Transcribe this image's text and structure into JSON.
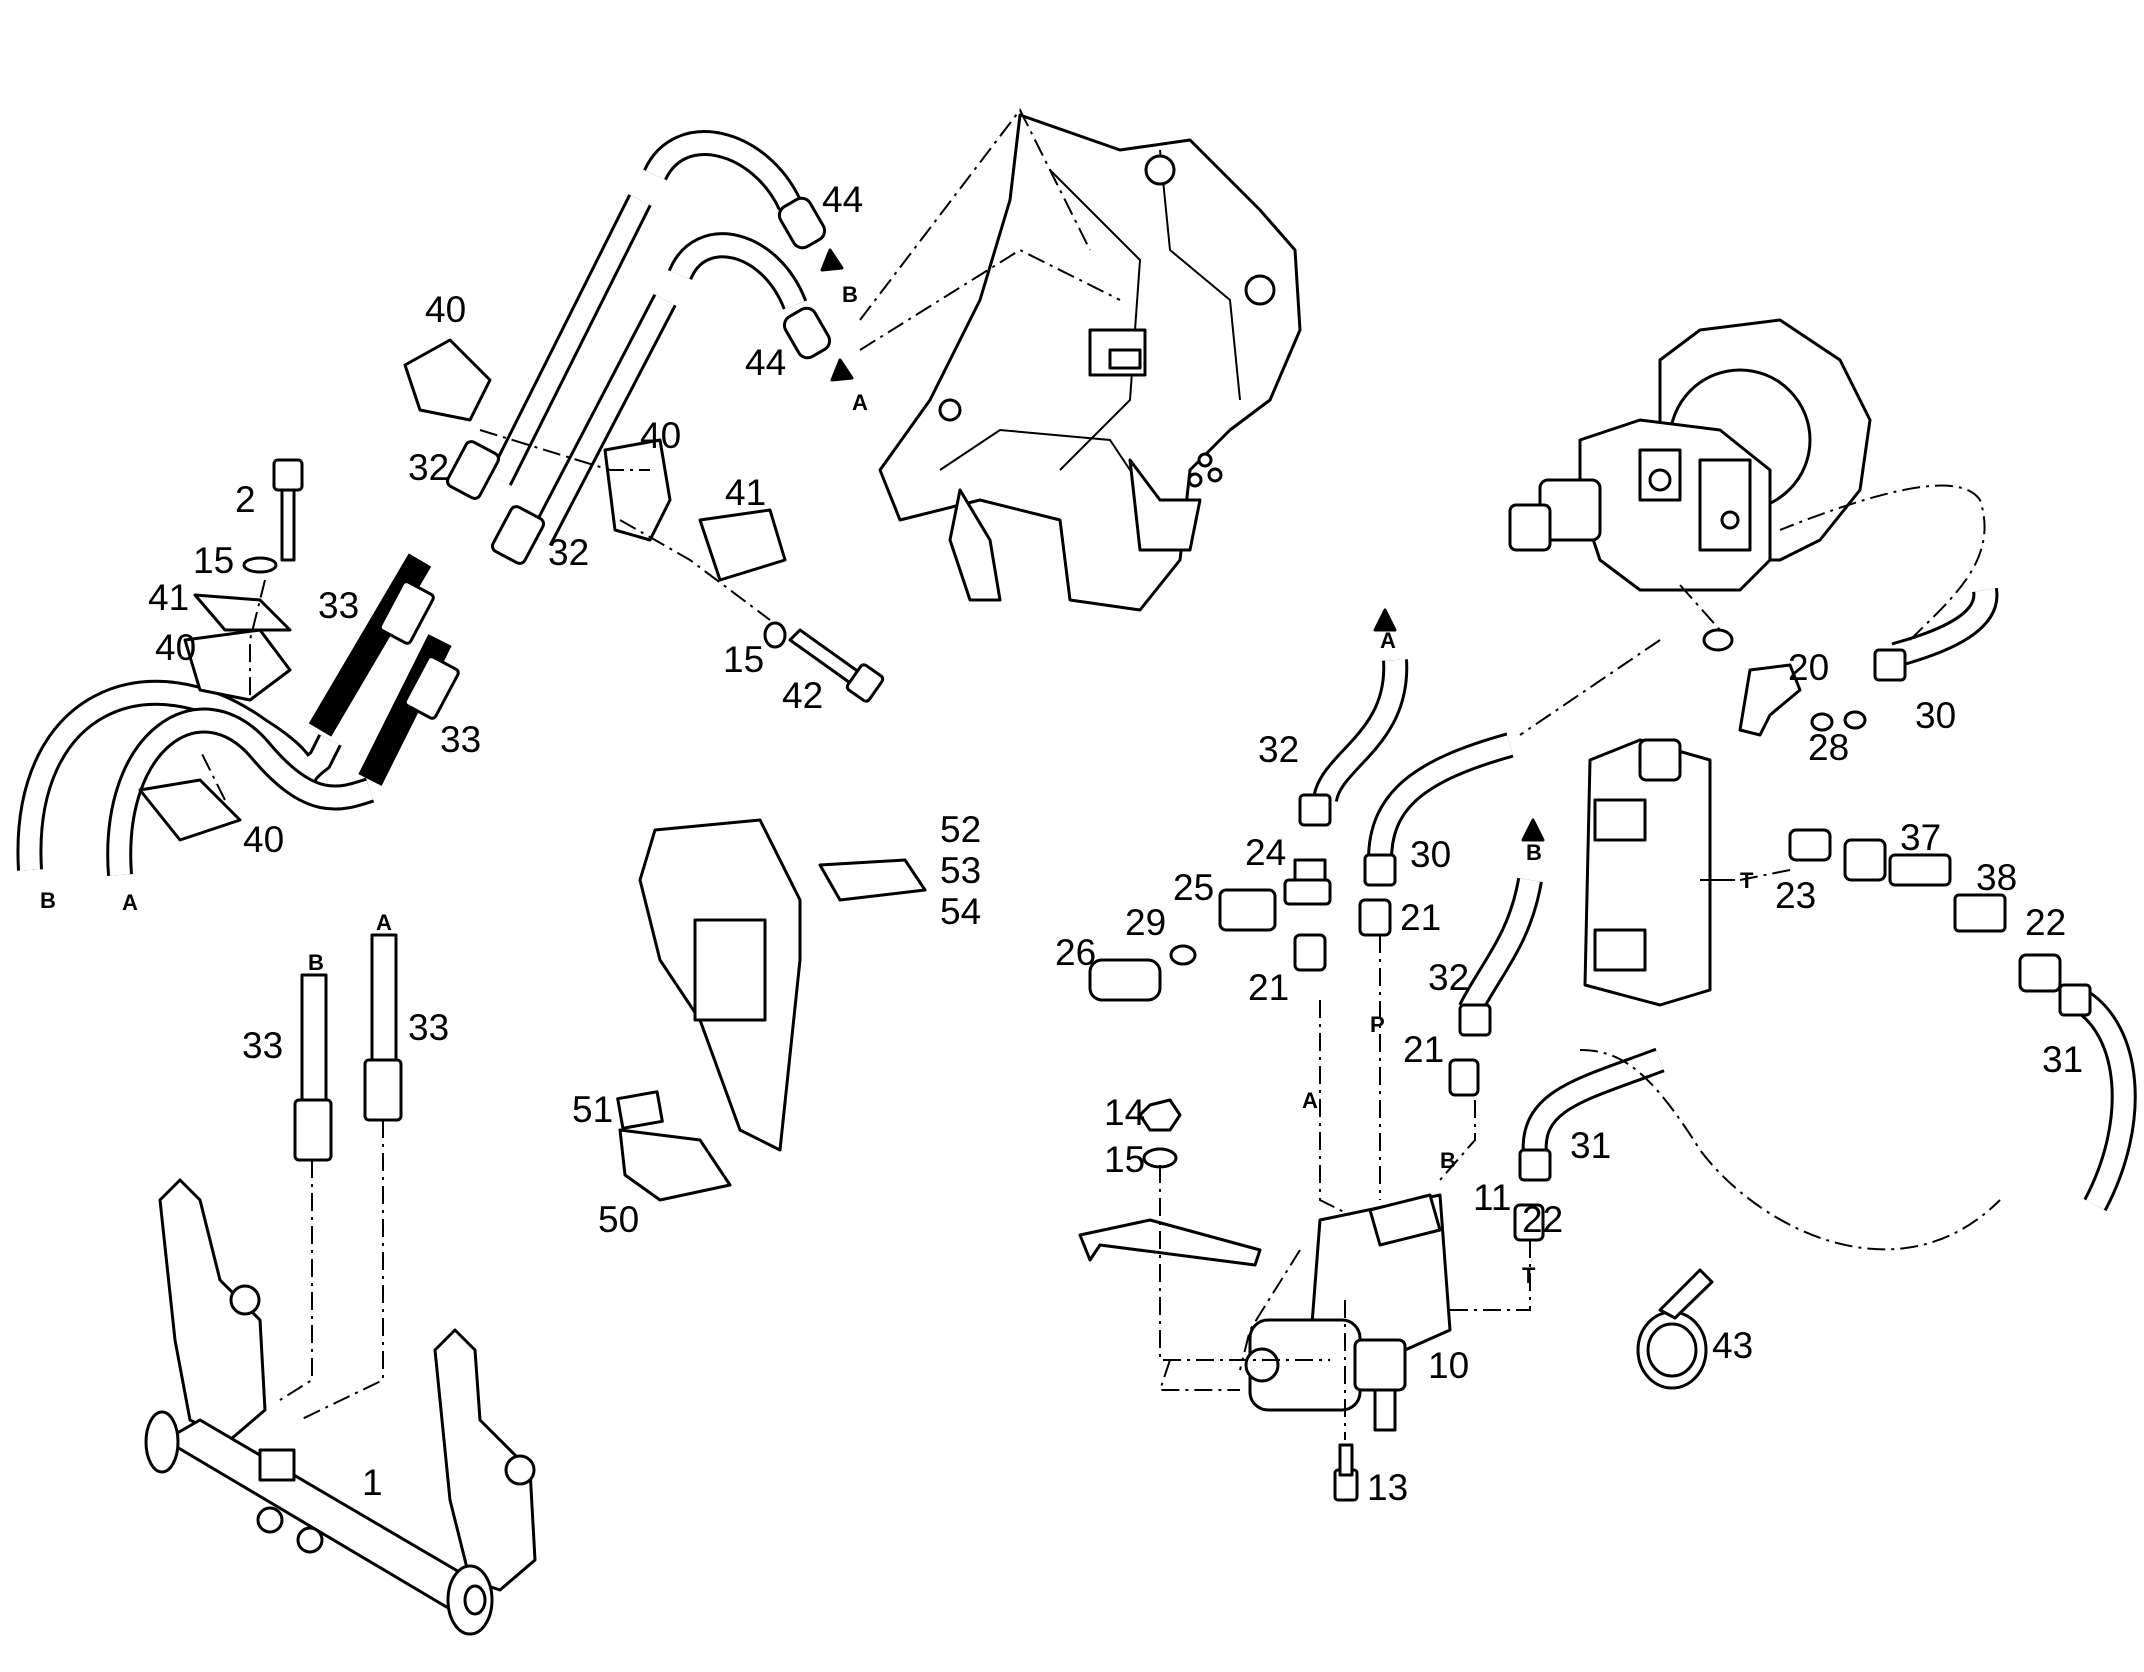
{
  "labels": {
    "l1": "1",
    "l2": "2",
    "l10": "10",
    "l11": "11",
    "l13": "13",
    "l14": "14",
    "l15a": "15",
    "l15b": "15",
    "l15c": "15",
    "l20": "20",
    "l21a": "21",
    "l21b": "21",
    "l21c": "21",
    "l22a": "22",
    "l22b": "22",
    "l23": "23",
    "l24": "24",
    "l25": "25",
    "l26": "26",
    "l28": "28",
    "l29": "29",
    "l30a": "30",
    "l30b": "30",
    "l31a": "31",
    "l31b": "31",
    "l32a": "32",
    "l32b": "32",
    "l32c": "32",
    "l32d": "32",
    "l33a": "33",
    "l33b": "33",
    "l33c": "33",
    "l33d": "33",
    "l37": "37",
    "l38": "38",
    "l40a": "40",
    "l40b": "40",
    "l40c": "40",
    "l40d": "40",
    "l41a": "41",
    "l41b": "41",
    "l42": "42",
    "l43": "43",
    "l44a": "44",
    "l44b": "44",
    "l50": "50",
    "l51": "51",
    "l52": "52",
    "l53": "53",
    "l54": "54"
  },
  "port_letters": {
    "hose_end_b": "B",
    "hose_end_a": "A",
    "arrow_top_b": "B",
    "arrow_top_a": "A",
    "frame_b": "B",
    "frame_a": "A",
    "up_a": "A",
    "up_b": "B",
    "line_a": "A",
    "line_p": "P",
    "line_b": "B",
    "line_t": "T",
    "valve_t": "T"
  }
}
